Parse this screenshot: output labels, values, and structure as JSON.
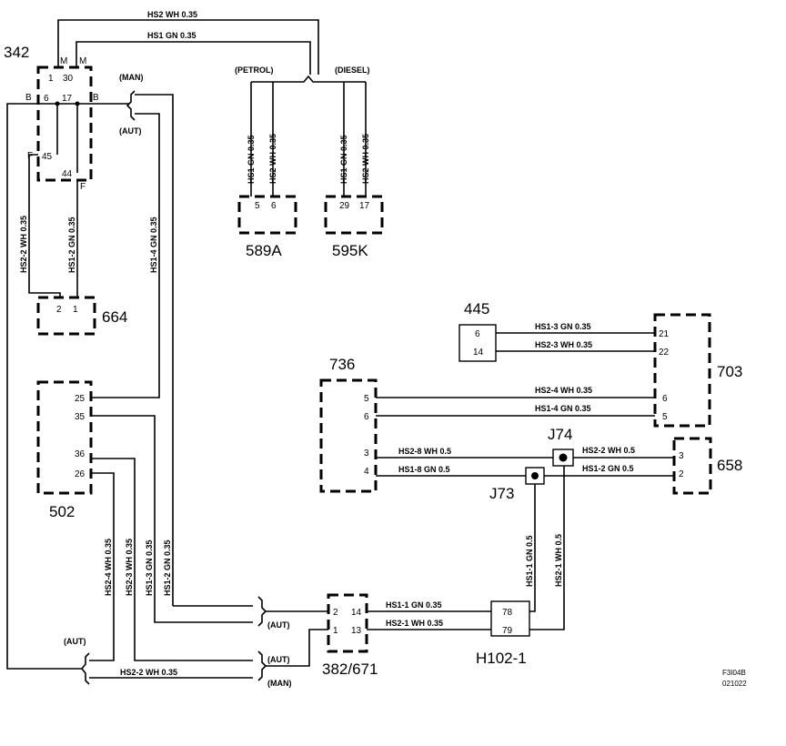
{
  "components": {
    "c342": "342",
    "c589A": "589A",
    "c595K": "595K",
    "c664": "664",
    "c445": "445",
    "c736": "736",
    "c703": "703",
    "c502": "502",
    "c658": "658",
    "cJ74": "J74",
    "cJ73": "J73",
    "c382": "382/671",
    "cH102": "H102-1"
  },
  "pins": {
    "p342_1": "1",
    "p342_30": "30",
    "p342_6": "6",
    "p342_17": "17",
    "p342_45": "45",
    "p342_44": "44",
    "p342_M1": "M",
    "p342_M2": "M",
    "p342_B1": "B",
    "p342_B2": "B",
    "p342_F1": "F",
    "p342_F2": "F",
    "p589_5": "5",
    "p589_6": "6",
    "p595_29": "29",
    "p595_17": "17",
    "p664_2": "2",
    "p664_1": "1",
    "p445_6": "6",
    "p445_14": "14",
    "p703_21": "21",
    "p703_22": "22",
    "p703_6": "6",
    "p703_5": "5",
    "p736_5": "5",
    "p736_6": "6",
    "p736_3": "3",
    "p736_4": "4",
    "p502_25": "25",
    "p502_35": "35",
    "p502_36": "36",
    "p502_26": "26",
    "p658_3": "3",
    "p658_2": "2",
    "p382_2": "2",
    "p382_1": "1",
    "p382_14": "14",
    "p382_13": "13",
    "pH_78": "78",
    "pH_79": "79"
  },
  "wires": {
    "hs2_top": "HS2  WH  0.35",
    "hs1_top": "HS1  GN  0.35",
    "hs1_589": "HS1  GN  0.35",
    "hs2_589": "HS2  WH  0.35",
    "hs1_595": "HS1  GN  0.35",
    "hs2_595": "HS2  WH  0.35",
    "hs2_2_left": "HS2-2  WH  0.35",
    "hs1_2_left": "HS1-2  GN  0.35",
    "hs1_4": "HS1-4  GN  0.35",
    "hs1_3_445": "HS1-3  GN  0.35",
    "hs2_3_445": "HS2-3  WH  0.35",
    "hs2_4_703": "HS2-4  WH  0.35",
    "hs1_4_703": "HS1-4  GN  0.35",
    "hs2_8": "HS2-8  WH  0.5",
    "hs1_8": "HS1-8  GN  0.5",
    "hs2_2_658": "HS2-2  WH 0.5",
    "hs1_2_658": "HS1-2  GN  0.5",
    "hs1_1_v": "HS1-1  GN  0.5",
    "hs2_1_v": "HS2-1  WH  0.5",
    "hs2_4_v": "HS2-4  WH  0.35",
    "hs2_3_v": "HS2-3  WH  0.35",
    "hs1_3_v": "HS1-3  GN  0.35",
    "hs1_2_v": "HS1-2  GN  0.35",
    "hs1_1_h": "HS1-1  GN  0.35",
    "hs2_1_h": "HS2-1  WH  0.35",
    "hs2_2_bottom": "HS2-2   WH  0.35"
  },
  "variants": {
    "man_top": "(MAN)",
    "aut_top": "(AUT)",
    "petrol": "(PETROL)",
    "diesel": "(DIESEL)",
    "aut_right1": "(AUT)",
    "aut_right2": "(AUT)",
    "man_right": "(MAN)",
    "aut_left": "(AUT)"
  },
  "footer": {
    "code": "F3I04B",
    "date": "021022"
  }
}
